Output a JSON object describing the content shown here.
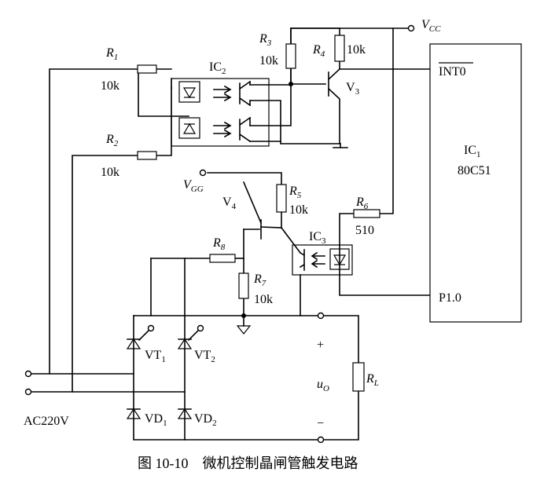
{
  "vcc": {
    "base": "V",
    "sub": "CC"
  },
  "vgg": {
    "base": "V",
    "sub": "GG"
  },
  "r1": {
    "base": "R",
    "sub": "1",
    "value": "10k"
  },
  "r2": {
    "base": "R",
    "sub": "2",
    "value": "10k"
  },
  "r3": {
    "base": "R",
    "sub": "3",
    "value": "10k"
  },
  "r4": {
    "base": "R",
    "sub": "4",
    "value": "10k"
  },
  "r5": {
    "base": "R",
    "sub": "5",
    "value": "10k"
  },
  "r6": {
    "base": "R",
    "sub": "6",
    "value": "510"
  },
  "r7": {
    "base": "R",
    "sub": "7",
    "value": "10k"
  },
  "r8": {
    "base": "R",
    "sub": "8"
  },
  "rl": {
    "base": "R",
    "sub": "L"
  },
  "ic1": {
    "line1": "IC",
    "sub": "1",
    "line2": "80C51",
    "pin_int0": "INT0",
    "pin_p10": "P1.0"
  },
  "ic2": {
    "base": "IC",
    "sub": "2"
  },
  "ic3": {
    "base": "IC",
    "sub": "3"
  },
  "v3": {
    "base": "V",
    "sub": "3"
  },
  "v4": {
    "base": "V",
    "sub": "4"
  },
  "vt1": {
    "base": "VT",
    "sub": "1"
  },
  "vt2": {
    "base": "VT",
    "sub": "2"
  },
  "vd1": {
    "base": "VD",
    "sub": "1"
  },
  "vd2": {
    "base": "VD",
    "sub": "2"
  },
  "uo": {
    "base": "u",
    "sub": "O"
  },
  "plus": "+",
  "minus": "−",
  "ac": "AC220V",
  "caption": "图 10-10    微机控制晶闸管触发电路"
}
